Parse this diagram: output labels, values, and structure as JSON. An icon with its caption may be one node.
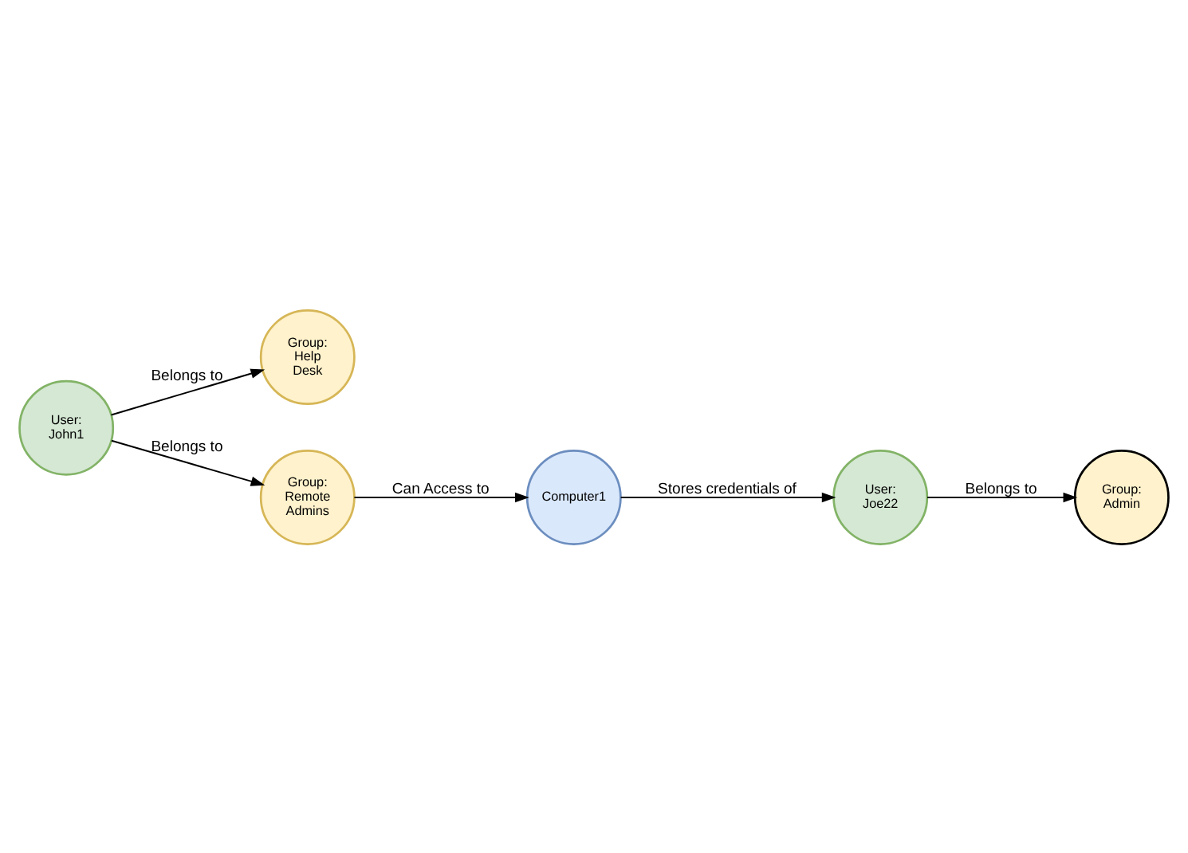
{
  "diagram": {
    "nodes": [
      {
        "text": [
          "User: John1"
        ]
      },
      {
        "text": [
          "Group: Help Desk"
        ]
      },
      {
        "text": [
          "Group: Remote Admins"
        ]
      },
      {
        "text": [
          "Computer1"
        ]
      },
      {
        "text": [
          "User: Joe22"
        ]
      },
      {
        "text": [
          "Group: Admin"
        ]
      }
    ],
    "edges": [
      {
        "from": 0,
        "to": 1,
        "arrow": "to",
        "label": "Belongs to"
      },
      {
        "from": 0,
        "to": 2,
        "arrow": "to",
        "label": "Belongs to"
      },
      {
        "from": 2,
        "to": 3,
        "arrow": "to",
        "label": "Can Access to"
      },
      {
        "from": 3,
        "to": 4,
        "arrow": "to",
        "label": "Stores credentials of"
      },
      {
        "from": 4,
        "to": 5,
        "arrow": "to",
        "label": "Belongs to"
      }
    ]
  }
}
